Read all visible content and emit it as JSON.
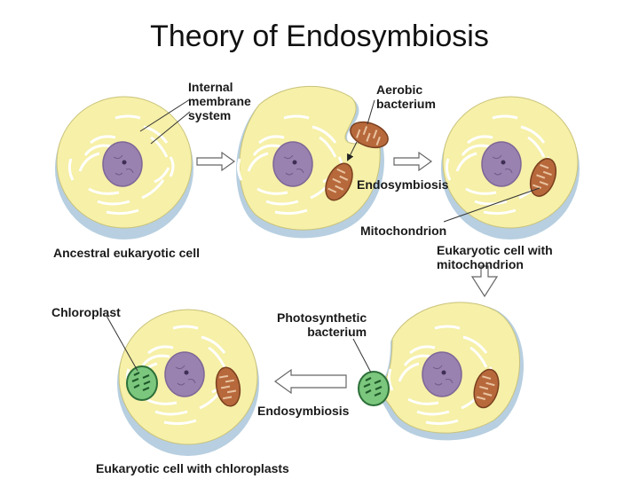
{
  "title": "Theory of Endosymbiosis",
  "labels": {
    "internal_membrane": "Internal\nmembrane\nsystem",
    "aerobic_bacterium": "Aerobic\nbacterium",
    "endosymbiosis_top": "Endosymbiosis",
    "mitochondrion": "Mitochondrion",
    "ancestral_cell": "Ancestral eukaryotic cell",
    "eukaryotic_with_mito": "Eukaryotic cell with\nmitochondrion",
    "chloroplast": "Chloroplast",
    "photosynthetic_bacterium": "Photosynthetic\nbacterium",
    "endosymbiosis_bottom": "Endosymbiosis",
    "eukaryotic_with_chloro": "Eukaryotic cell with chloroplasts"
  },
  "colors": {
    "cytoplasm": "#f6f0a8",
    "cell_edge": "#b7cfe0",
    "nucleus": "#9a82b0",
    "mitochondrion": "#b7693c",
    "chloroplast": "#7cc77e"
  }
}
